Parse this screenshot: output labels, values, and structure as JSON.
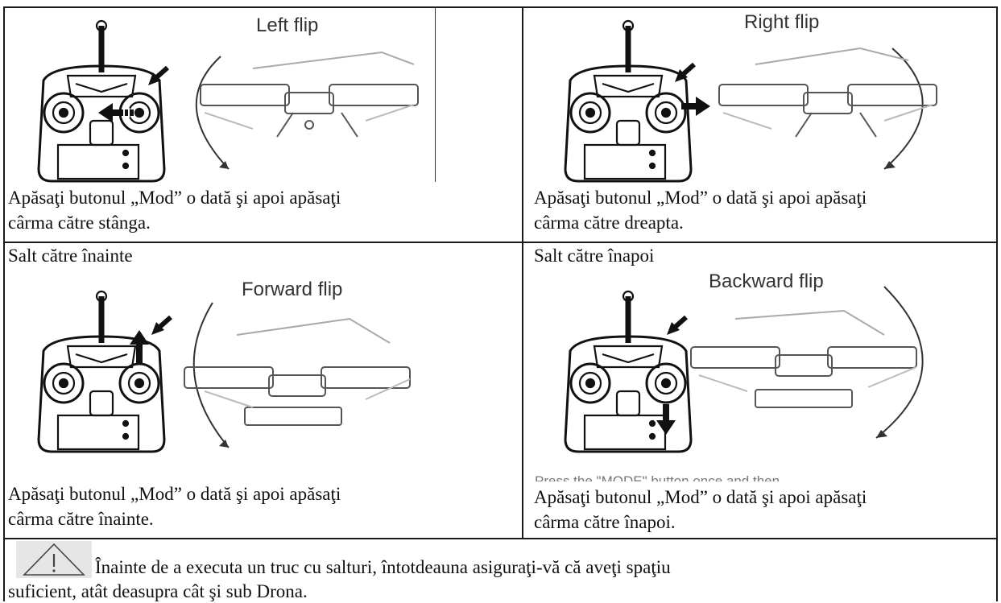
{
  "panels": [
    {
      "id": "left",
      "flip_label": "Left flip",
      "caption_line1": "Apăsaţi butonul „Mod” o dată şi apoi apăsaţi",
      "caption_line2": "cârma către stânga.",
      "arrow_direction": "left",
      "rotation": "counter-clockwise"
    },
    {
      "id": "right",
      "flip_label": "Right flip",
      "caption_line1": "Apăsaţi butonul „Mod” o dată şi apoi apăsaţi",
      "caption_line2": "cârma către dreapta.",
      "arrow_direction": "right",
      "rotation": "clockwise"
    },
    {
      "id": "forward",
      "heading": "Salt către înainte",
      "flip_label": "Forward flip",
      "caption_line1": "Apăsaţi butonul „Mod” o dată şi apoi apăsaţi",
      "caption_line2": "cârma către înainte.",
      "arrow_direction": "up",
      "rotation": "counter-clockwise"
    },
    {
      "id": "backward",
      "heading": "Salt către înapoi",
      "flip_label": "Backward flip",
      "faded_text": "Press the \"MODE\" button once and then",
      "caption_line1": "Apăsaţi butonul „Mod” o dată şi apoi apăsaţi",
      "caption_line2": "cârma către înapoi.",
      "arrow_direction": "down",
      "rotation": "clockwise"
    }
  ],
  "warning": {
    "icon": "warning-triangle-icon",
    "line1": "Înainte de a executa un truc cu salturi, întotdeauna asiguraţi-vă că aveţi spaţiu",
    "line2": "suficient, atât deasupra cât şi sub Drona."
  }
}
